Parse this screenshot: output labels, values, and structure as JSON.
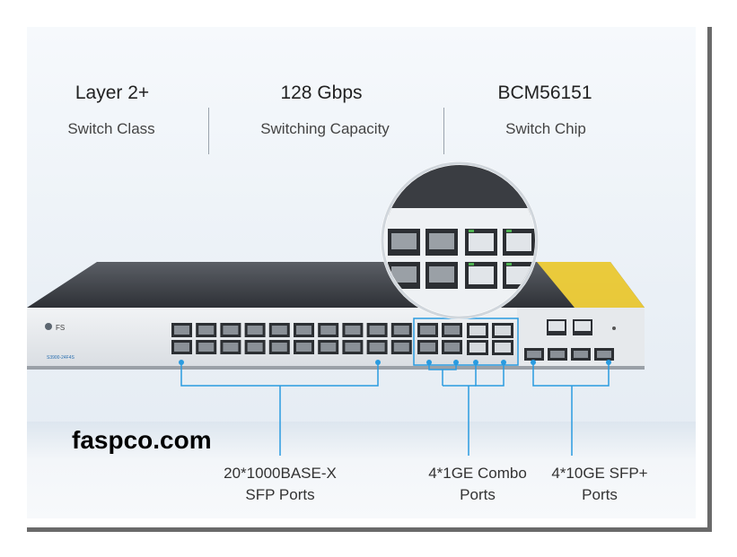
{
  "stats": [
    {
      "value": "Layer 2+",
      "label": "Switch Class"
    },
    {
      "value": "128 Gbps",
      "label": "Switching Capacity"
    },
    {
      "value": "BCM56151",
      "label": "Switch Chip"
    }
  ],
  "device": {
    "logo": "FS",
    "model": "S3900-24F4S"
  },
  "callouts": {
    "sfp": {
      "line1": "20*1000BASE-X",
      "line2": "SFP Ports"
    },
    "combo": {
      "line1": "4*1GE Combo",
      "line2": "Ports"
    },
    "tengig": {
      "line1": "4*10GE SFP+",
      "line2": "Ports"
    }
  },
  "watermark": "faspco.com",
  "colors": {
    "callout_line": "#2a9be0",
    "chassis": "#3a3d42",
    "accent": "#f2d13a"
  }
}
